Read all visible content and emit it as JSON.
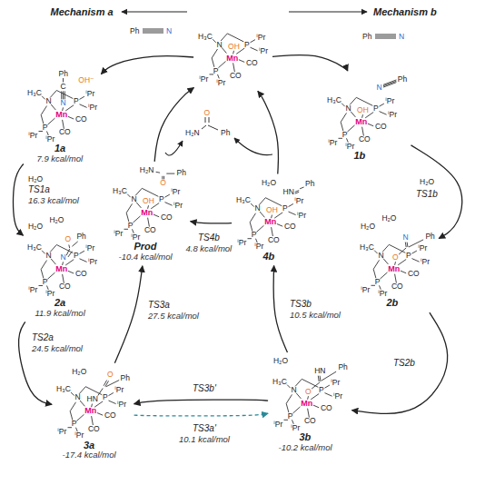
{
  "diagram": {
    "nodes": [
      {
        "text": [
          "H₃C",
          "N",
          "P",
          "ⁱPr",
          "ⁱPr",
          "Mn",
          "CO",
          "P",
          "ⁱPr",
          "ⁱPr",
          "CO",
          "OH"
        ]
      },
      {
        "text": [
          "H₃C",
          "N",
          "P",
          "ⁱPr",
          "ⁱPr",
          "Mn",
          "CO",
          "P",
          "ⁱPr",
          "ⁱPr",
          "CO",
          "N",
          "C",
          "Ph",
          "OH⁻",
          "1a",
          "7.9 kcal/mol"
        ]
      },
      {
        "text": [
          "H₃C",
          "N",
          "P",
          "ⁱPr",
          "ⁱPr",
          "Mn",
          "CO",
          "P",
          "ⁱPr",
          "ⁱPr",
          "CO",
          "N",
          "O",
          "Ph",
          "H₂O",
          "H₂O",
          "2a",
          "11.9 kcal/mol"
        ]
      },
      {
        "text": [
          "H₃C",
          "N",
          "P",
          "ⁱPr",
          "ⁱPr",
          "Mn",
          "CO",
          "P",
          "ⁱPr",
          "ⁱPr",
          "CO",
          "HN",
          "O",
          "Ph",
          "H₂O",
          "3a",
          "-17.4 kcal/mol"
        ]
      },
      {
        "text": [
          "H₃C",
          "N",
          "P",
          "ⁱPr",
          "ⁱPr",
          "Mn",
          "CO",
          "P",
          "ⁱPr",
          "ⁱPr",
          "CO",
          "OH",
          "O",
          "H₂N",
          "Ph",
          "Prod",
          "-10.4 kcal/mol"
        ]
      },
      {
        "text": [
          "H₃C",
          "N",
          "P",
          "ⁱPr",
          "ⁱPr",
          "Mn",
          "CO",
          "P",
          "ⁱPr",
          "ⁱPr",
          "CO",
          "OH",
          "N",
          "Ph",
          "1b"
        ]
      },
      {
        "text": [
          "H₃C",
          "N",
          "P",
          "ⁱPr",
          "ⁱPr",
          "Mn",
          "CO",
          "P",
          "ⁱPr",
          "ⁱPr",
          "CO",
          "O",
          "N",
          "Ph",
          "H₂O",
          "H₂O",
          "2b"
        ]
      },
      {
        "text": [
          "H₃C",
          "N",
          "P",
          "ⁱPr",
          "ⁱPr",
          "Mn",
          "CO",
          "P",
          "ⁱPr",
          "ⁱPr",
          "CO",
          "O",
          "HN",
          "Ph",
          "H₂O",
          "3b",
          "-10.2 kcal/mol"
        ]
      },
      {
        "text": [
          "H₃C",
          "N",
          "P",
          "ⁱPr",
          "ⁱPr",
          "Mn",
          "CO",
          "P",
          "ⁱPr",
          "ⁱPr",
          "CO",
          "OH",
          "H₂O",
          "HN",
          "Ph",
          "4b"
        ]
      }
    ],
    "edges": [
      {
        "from": 0,
        "to": 1,
        "arrow": "to"
      },
      {
        "from": 1,
        "to": 2,
        "label": "TS1a",
        "arrow": "to"
      },
      {
        "from": 2,
        "to": 3,
        "label": "TS2a",
        "arrow": "to"
      },
      {
        "from": 3,
        "to": 4,
        "label": "TS3a",
        "arrow": "to"
      },
      {
        "from": 4,
        "to": 0,
        "arrow": "to"
      },
      {
        "from": 0,
        "to": 5,
        "arrow": "to"
      },
      {
        "from": 5,
        "to": 6,
        "label": "TS1b",
        "arrow": "to"
      },
      {
        "from": 6,
        "to": 7,
        "label": "TS2b",
        "arrow": "to"
      },
      {
        "from": 7,
        "to": 8,
        "label": "TS3b",
        "arrow": "to"
      },
      {
        "from": 8,
        "to": 4,
        "label": "TS4b",
        "arrow": "to"
      },
      {
        "from": 8,
        "to": 0,
        "arrow": "to"
      },
      {
        "from": 7,
        "to": 3,
        "label": "TS3b'",
        "arrow": "to"
      },
      {
        "from": 3,
        "to": 7,
        "label": "TS3a'",
        "arrow": "to"
      }
    ],
    "labels": [
      "Mechanism a",
      "Mechanism b",
      "Ph",
      "N",
      "Ph",
      "N",
      "H₂O",
      "16.3 kcal/mol",
      "24.5 kcal/mol",
      "27.5 kcal/mol",
      "H₂O",
      "10.5 kcal/mol",
      "4.8 kcal/mol",
      "10.1 kcal/mol",
      "O",
      "H₂N",
      "Ph"
    ]
  }
}
